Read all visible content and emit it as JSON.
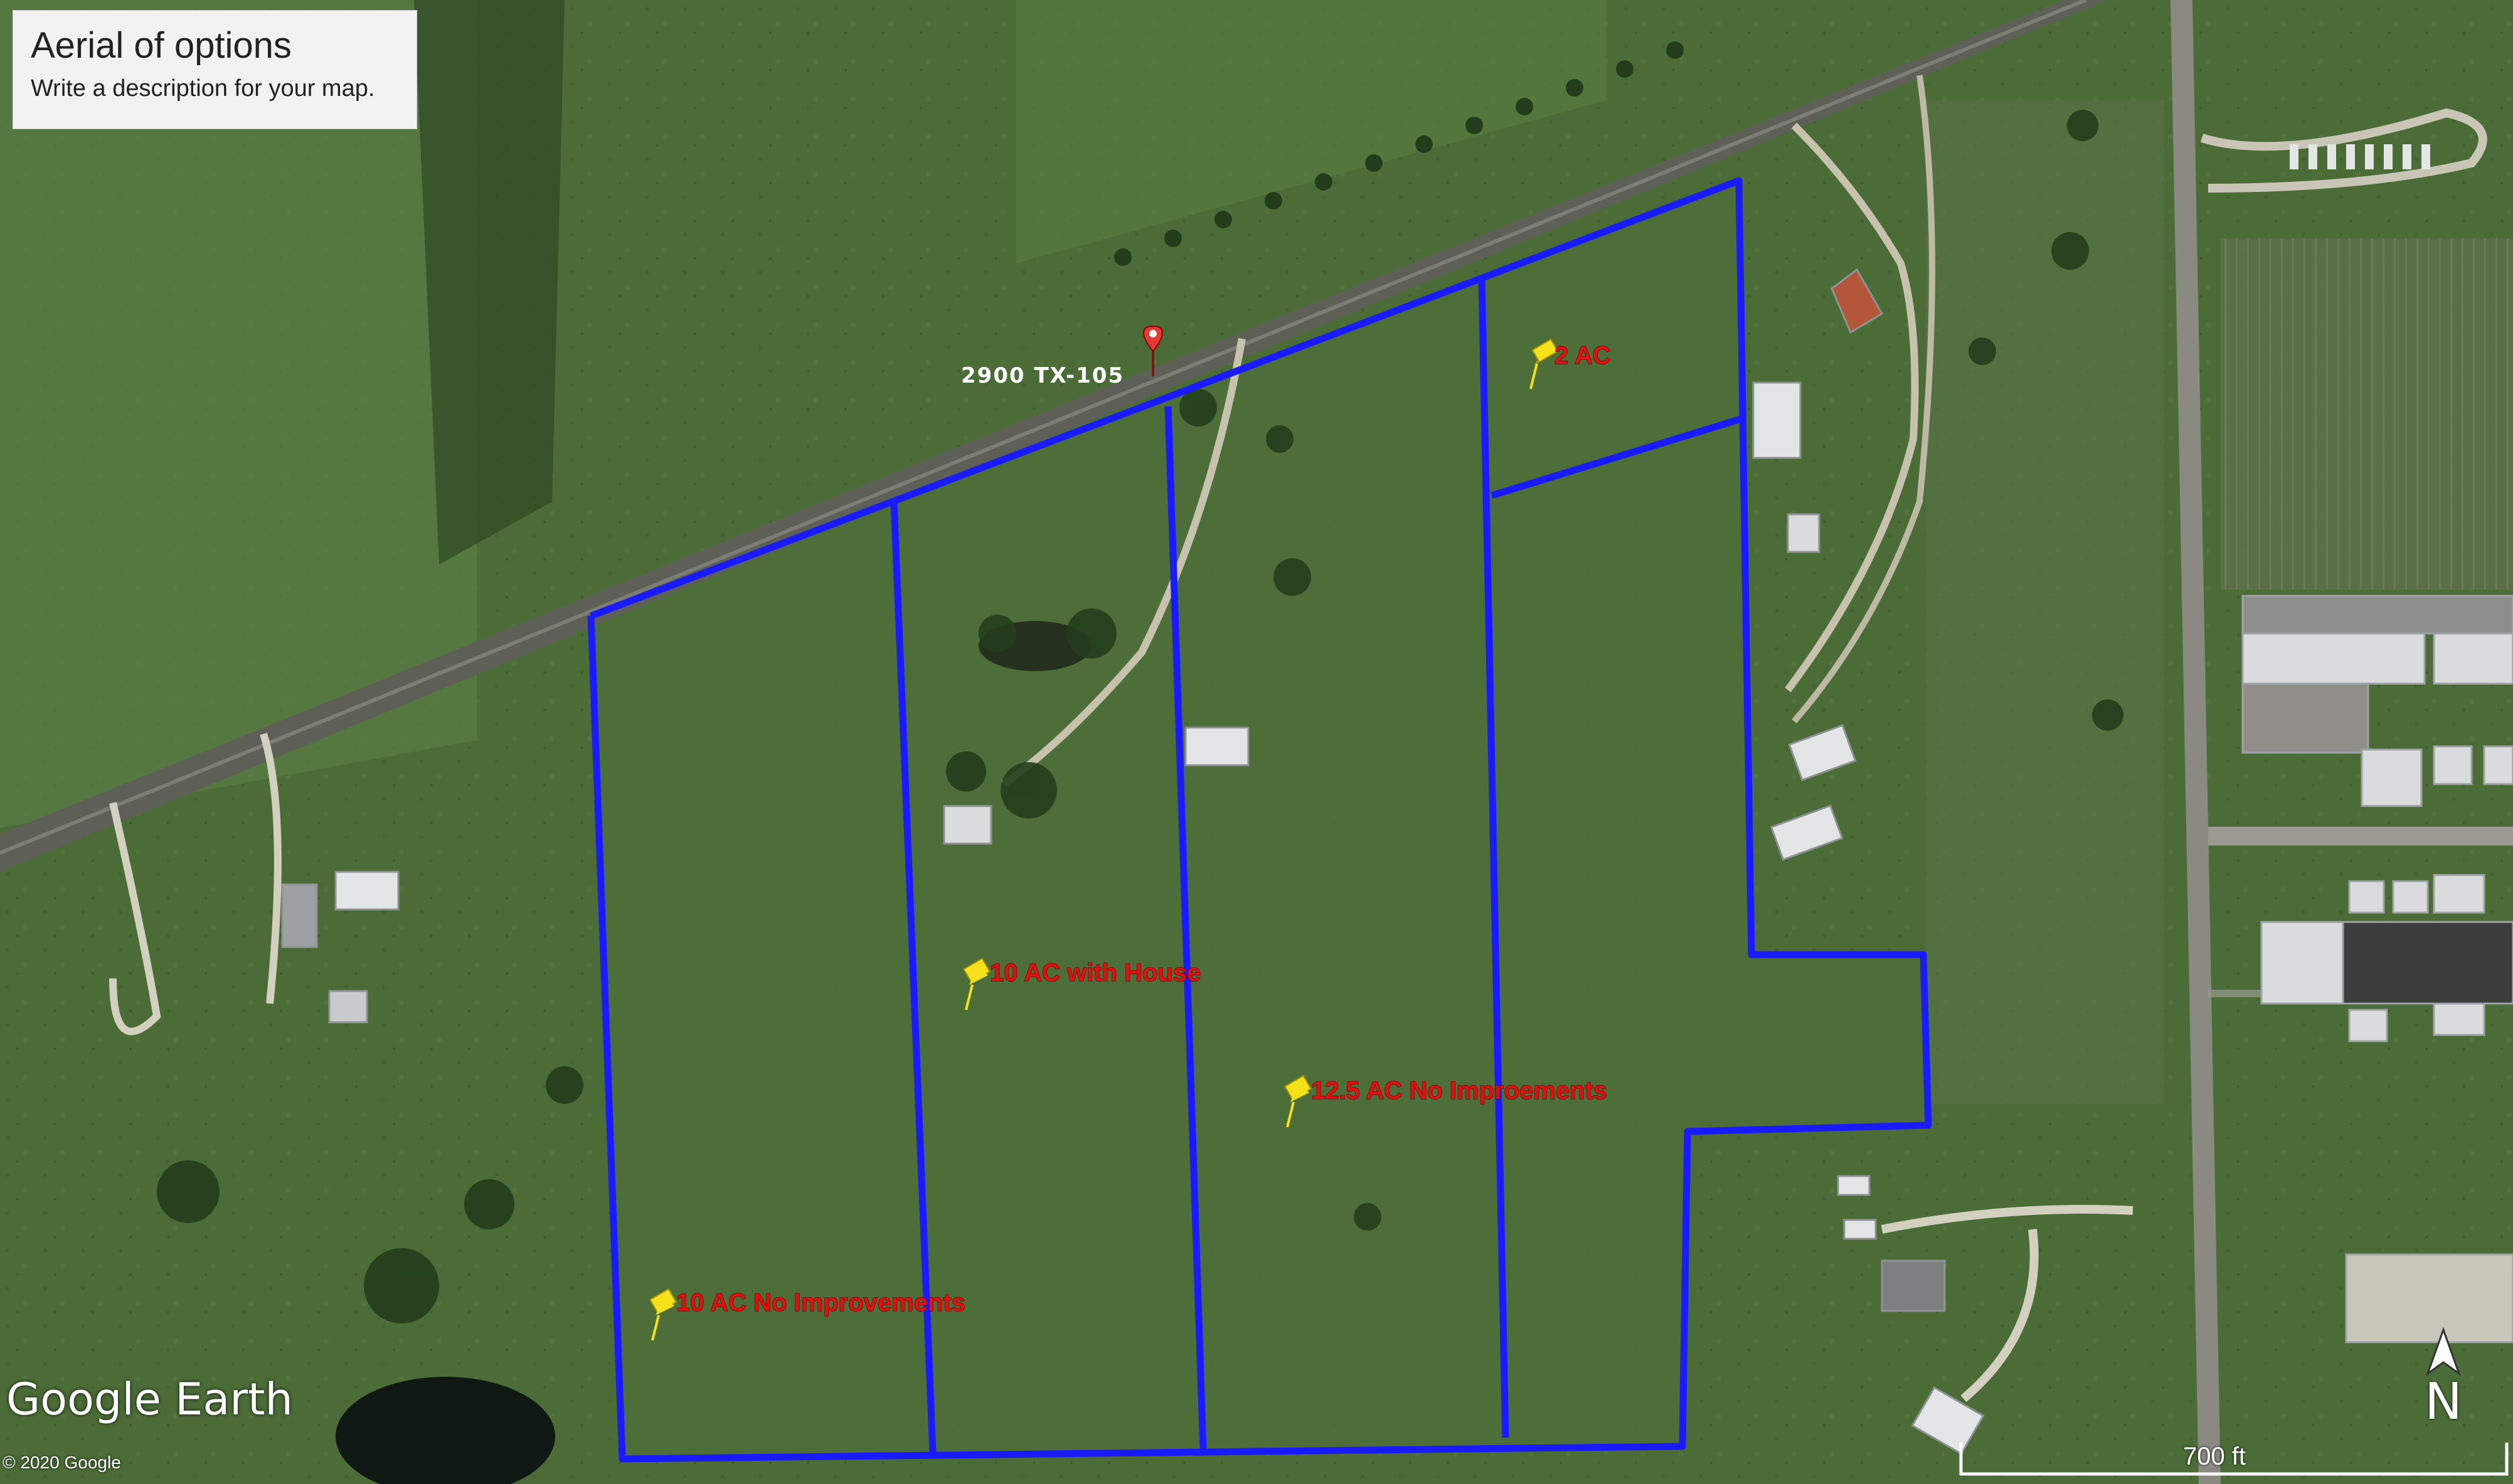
{
  "panel": {
    "title": "Aerial of options",
    "description": "Write a description for your map."
  },
  "address_marker": {
    "label": "2900 TX-105",
    "color": "#e53935"
  },
  "placemarks": [
    {
      "label": "2 AC",
      "icon": "yellow-pushpin-icon"
    },
    {
      "label": "10 AC with House",
      "icon": "yellow-pushpin-icon"
    },
    {
      "label": "12.5 AC No Improements",
      "icon": "yellow-pushpin-icon"
    },
    {
      "label": "10 AC No Improvements",
      "icon": "yellow-pushpin-icon"
    }
  ],
  "branding": {
    "logo": "Google Earth",
    "copyright": "© 2020 Google"
  },
  "scale": {
    "label": "700 ft"
  },
  "north": {
    "label": "N"
  },
  "colors": {
    "boundary": "#1a1aff",
    "label": "#e10f0f",
    "pin": "#f6e21a",
    "field": "#4a6a35"
  }
}
